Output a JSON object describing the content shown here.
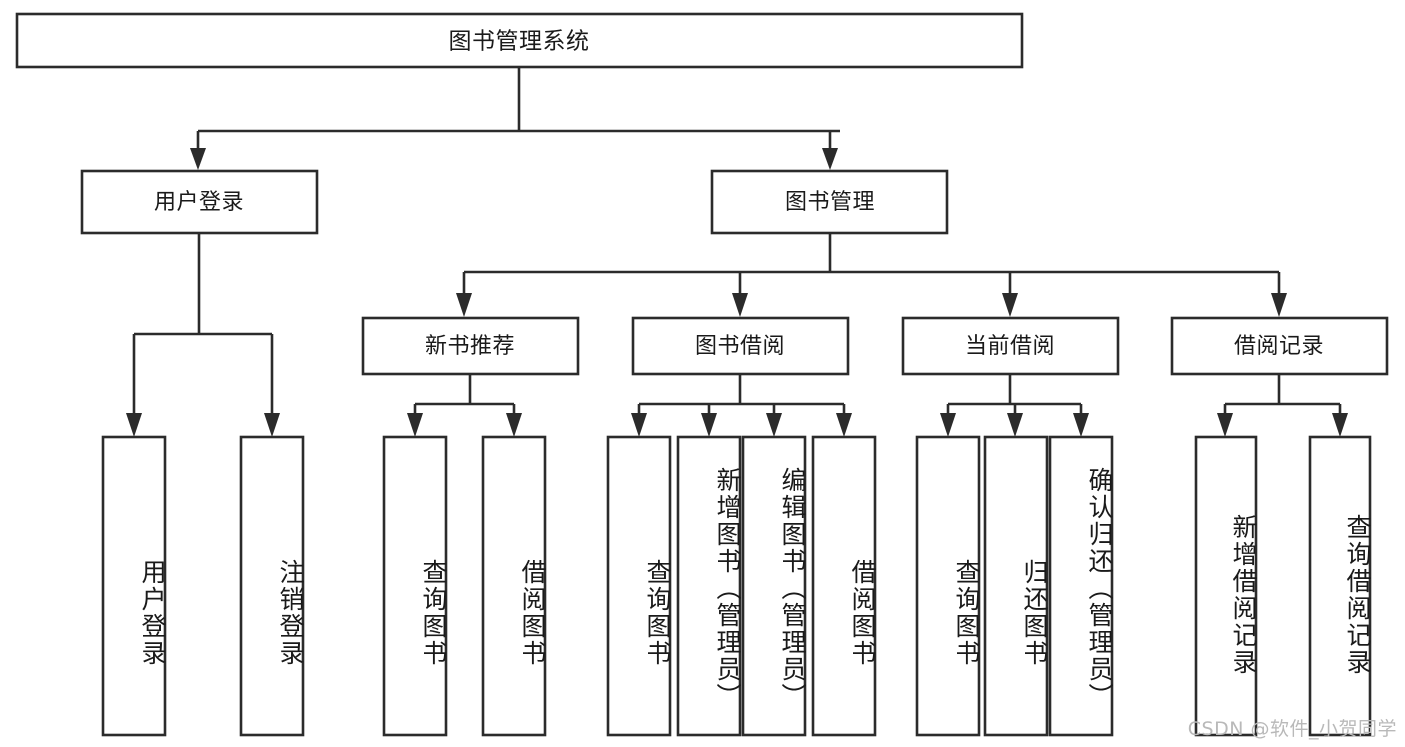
{
  "diagram": {
    "type": "tree-hierarchy",
    "title": "图书管理系统",
    "watermark": "CSDN @软件_小贺同学",
    "colors": {
      "stroke": "#2b2b2b",
      "fill": "#ffffff",
      "text": "#1a1a1a",
      "watermark": "#b9b9b9"
    },
    "root": {
      "label": "图书管理系统"
    },
    "level2": [
      {
        "label": "用户登录"
      },
      {
        "label": "图书管理"
      }
    ],
    "level3": [
      {
        "label": "新书推荐"
      },
      {
        "label": "图书借阅"
      },
      {
        "label": "当前借阅"
      },
      {
        "label": "借阅记录"
      }
    ],
    "leaves": {
      "user_login": [
        {
          "label": "用户登录"
        },
        {
          "label": "注销登录"
        }
      ],
      "new_book": [
        {
          "label": "查询图书"
        },
        {
          "label": "借阅图书"
        }
      ],
      "book_borrow": [
        {
          "label": "查询图书"
        },
        {
          "label": "新增图书（管理员）"
        },
        {
          "label": "编辑图书（管理员）"
        },
        {
          "label": "借阅图书"
        }
      ],
      "current_borrow": [
        {
          "label": "查询图书"
        },
        {
          "label": "归还图书"
        },
        {
          "label": "确认归还（管理员）"
        }
      ],
      "borrow_record": [
        {
          "label": "新增借阅记录"
        },
        {
          "label": "查询借阅记录"
        }
      ]
    }
  }
}
